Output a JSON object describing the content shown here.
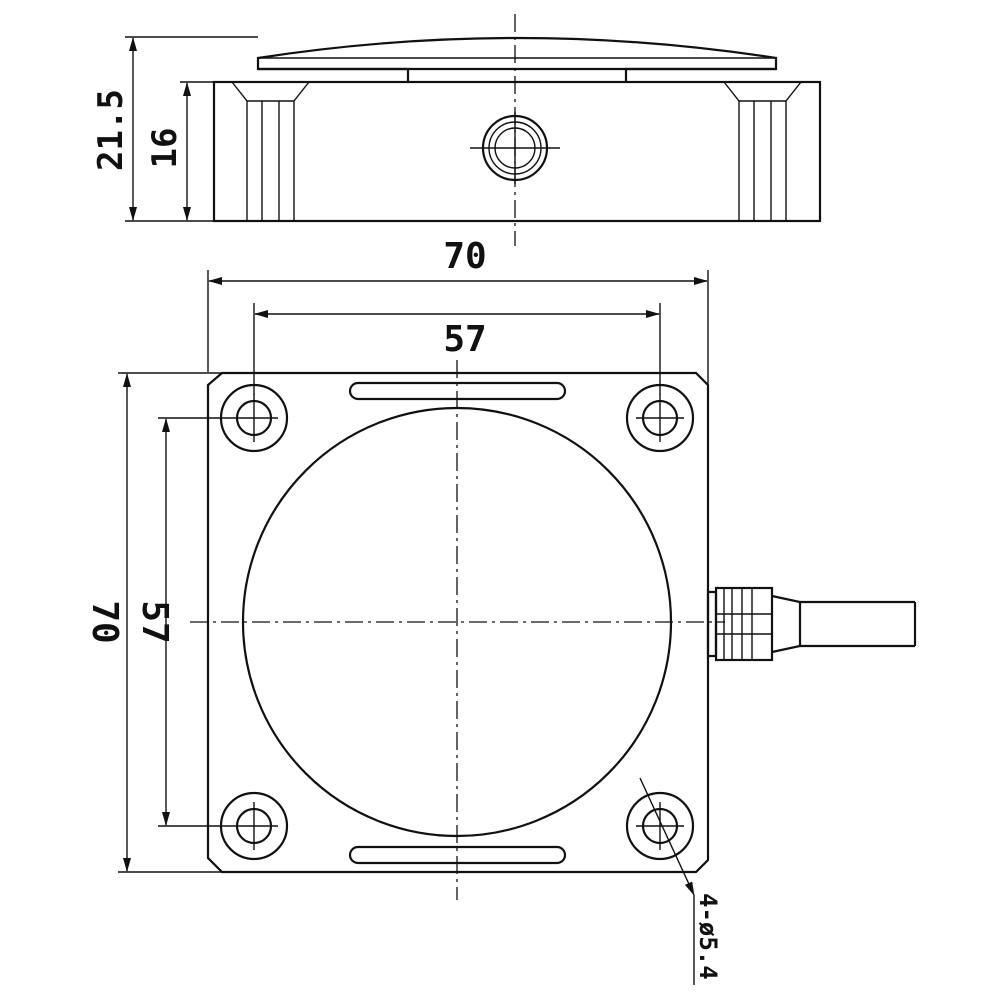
{
  "dimensions": {
    "total_height": "21.5",
    "body_height": "16",
    "overall_width": "70",
    "hole_spacing_horizontal": "57",
    "overall_height": "70",
    "hole_spacing_vertical": "57",
    "mounting_holes": "4-ø5.4"
  }
}
